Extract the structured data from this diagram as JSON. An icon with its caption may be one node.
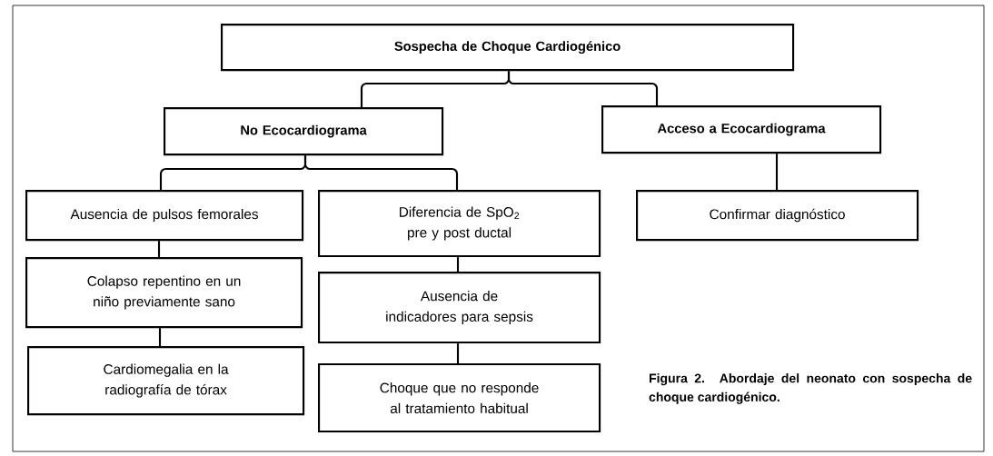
{
  "diagram": {
    "caption": "Figura 2. Abordaje del neonato con sospecha de choque cardiogénico.",
    "nodes": [
      {
        "text": [
          "Sospecha de Choque Cardiogénico"
        ]
      },
      {
        "text": [
          "No Ecocardiograma"
        ]
      },
      {
        "text": [
          "Acceso a Ecocardiograma"
        ]
      },
      {
        "text": [
          "Ausencia de pulsos femorales"
        ]
      },
      {
        "text": [
          "Diferencia de SpO$_{2}$ pre y post ductal"
        ]
      },
      {
        "text": [
          "Confirmar diagnóstico"
        ]
      },
      {
        "text": [
          "Colapso repentino en un niño previamente sano"
        ]
      },
      {
        "text": [
          "Ausencia de indicadores para sepsis"
        ]
      },
      {
        "text": [
          "Cardiomegalia en la radiografía de tórax"
        ]
      },
      {
        "text": [
          "Choque que no responde al tratamiento habitual"
        ]
      }
    ],
    "edges": [
      {
        "from": 0,
        "to": 1,
        "arrow": "none"
      },
      {
        "from": 0,
        "to": 2,
        "arrow": "none"
      },
      {
        "from": 1,
        "to": 3,
        "arrow": "none"
      },
      {
        "from": 1,
        "to": 4,
        "arrow": "none"
      },
      {
        "from": 2,
        "to": 5,
        "arrow": "none"
      },
      {
        "from": 3,
        "to": 6,
        "arrow": "none"
      },
      {
        "from": 6,
        "to": 8,
        "arrow": "none"
      },
      {
        "from": 4,
        "to": 7,
        "arrow": "none"
      },
      {
        "from": 7,
        "to": 9,
        "arrow": "none"
      }
    ]
  }
}
